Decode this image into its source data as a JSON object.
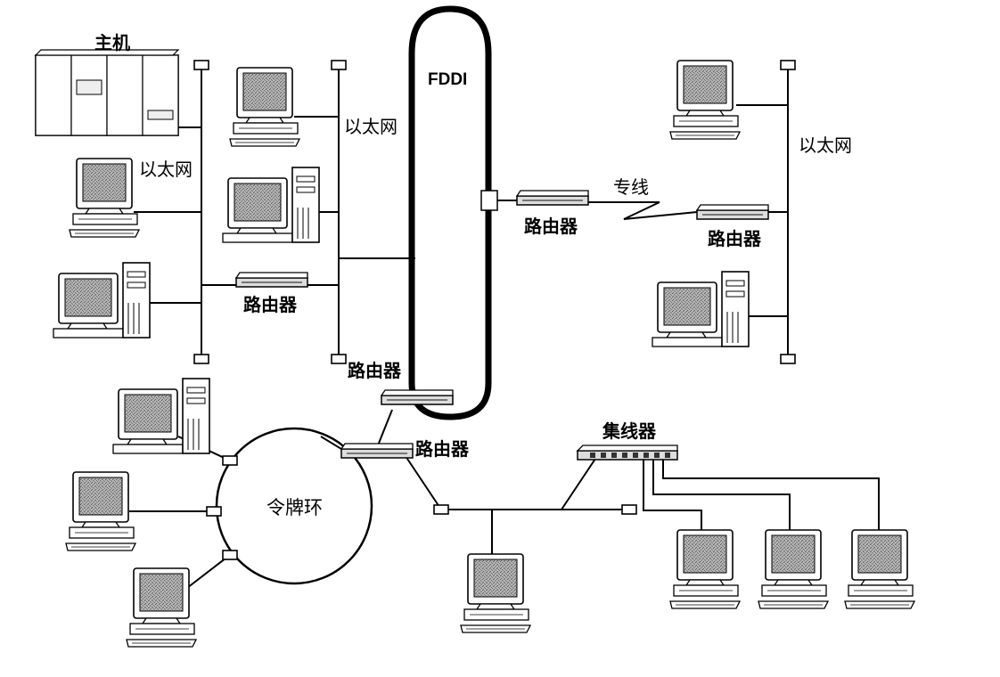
{
  "labels": {
    "mainframe": "主机",
    "ethernet_a": "以太网",
    "ethernet_b": "以太网",
    "ethernet_c": "以太网",
    "fddi": "FDDI",
    "dedicated_line": "专线",
    "router_left": "路由器",
    "router_fddi_right": "路由器",
    "router_remote": "路由器",
    "router_fddi_bottom": "路由器",
    "router_ring": "路由器",
    "hub": "集线器",
    "token_ring": "令牌环"
  },
  "colors": {
    "line": "#000000",
    "screen": "#9a9a9a",
    "device_fill": "#ffffff",
    "router_fill": "#d8d8d8"
  }
}
